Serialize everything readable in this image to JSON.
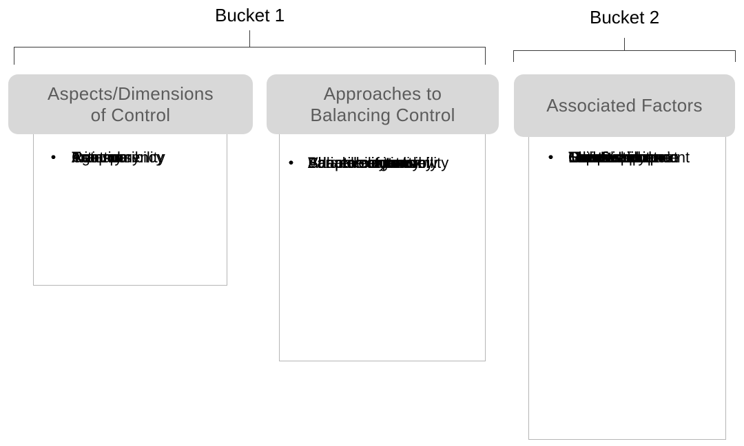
{
  "buckets": [
    {
      "title": "Bucket 1",
      "categories": [
        {
          "header": [
            "Aspects/Dimensions",
            "of Control"
          ],
          "items": [
            "Autonomy",
            "Agency",
            "Responsibility",
            "Initiative",
            "Transparency",
            "Control"
          ]
        },
        {
          "header": [
            "Approaches to",
            "Balancing Control"
          ],
          "items": [
            "Adaptability",
            "Adaptive autonomy",
            "Adaptive agency",
            "Balance of control",
            "Adaptive initiative",
            "Variable autonomy",
            "Shared responsibility",
            "Shared control",
            "Adaptive control"
          ]
        }
      ]
    },
    {
      "title": "Bucket 2",
      "categories": [
        {
          "header": [
            "Associated Factors"
          ],
          "items": [
            "Creative phase",
            "Creative domain",
            "Creative context",
            "Expertise",
            "Temporality",
            "Creative output",
            "Ownership",
            "Ethics",
            "User experience",
            "Trust",
            "Mental Load",
            "Skill Development",
            "Satisfaction"
          ]
        }
      ]
    }
  ],
  "bullet_symbol": "•",
  "colors": {
    "header_fill": "#d8d8d8",
    "header_text": "#5c5c5c",
    "list_border": "#b5b5b5",
    "bracket_line": "#3a3a3a"
  }
}
